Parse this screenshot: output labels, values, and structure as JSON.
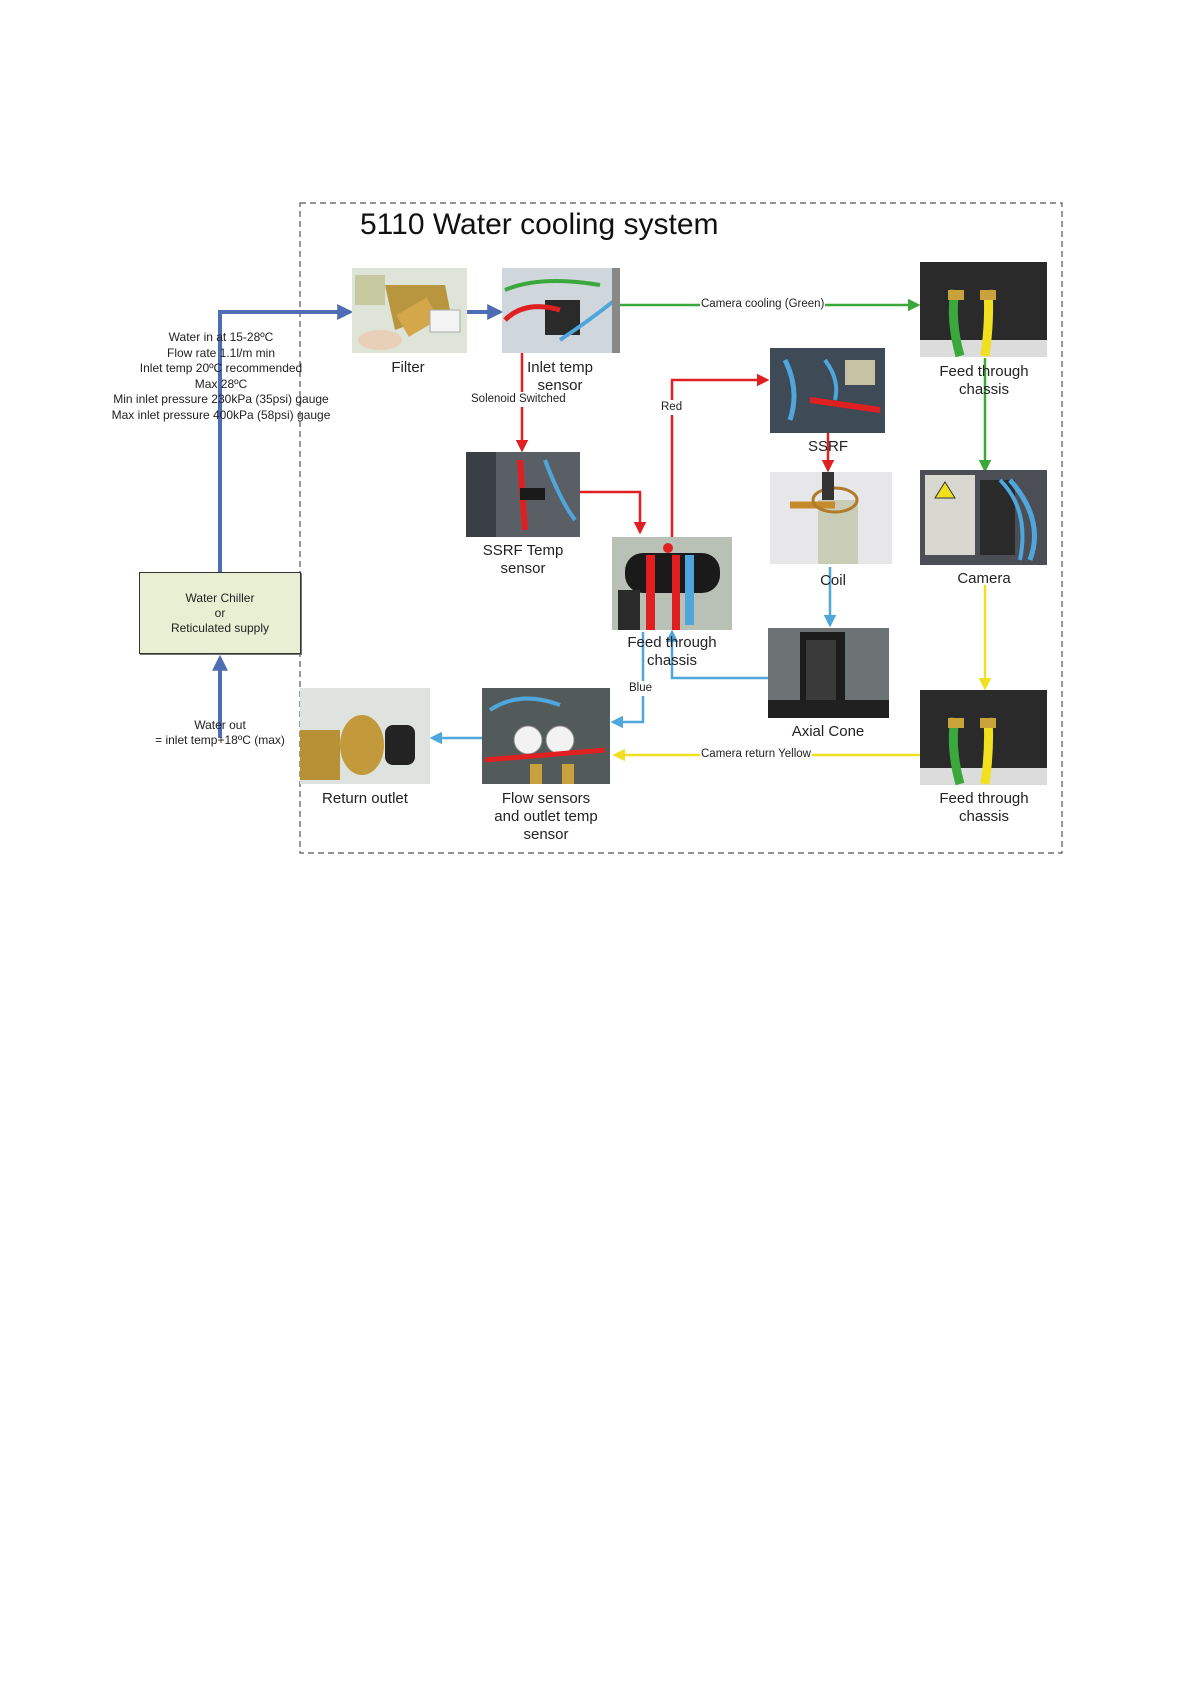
{
  "title": "5110 Water cooling system",
  "inlet_info": {
    "lines": [
      "Water in at 15-28ºC",
      "Flow rate 1.1l/m min",
      "Inlet temp 20ºC recommended",
      "Max 28ºC",
      "Min inlet pressure 230kPa (35psi) gauge",
      "Max inlet pressure 400kPa (58psi) gauge"
    ]
  },
  "chiller": {
    "line1": "Water Chiller",
    "line2": "or",
    "line3": "Reticulated supply"
  },
  "water_out": {
    "line1": "Water out",
    "line2": "= inlet temp+18ºC (max)"
  },
  "components": {
    "filter": {
      "label": "Filter"
    },
    "inlet_temp_sensor": {
      "label1": "Inlet temp",
      "label2": "sensor"
    },
    "ssrf_temp_sensor": {
      "label1": "SSRF Temp",
      "label2": "sensor"
    },
    "feed_through_center": {
      "label1": "Feed through",
      "label2": "chassis"
    },
    "ssrf": {
      "label": "SSRF"
    },
    "coil": {
      "label": "Coil"
    },
    "axial_cone": {
      "label": "Axial Cone"
    },
    "feed_through_top": {
      "label1": "Feed through",
      "label2": "chassis"
    },
    "camera": {
      "label": "Camera"
    },
    "feed_through_bottom": {
      "label1": "Feed through",
      "label2": "chassis"
    },
    "flow_sensors": {
      "label1": "Flow sensors",
      "label2": "and outlet temp",
      "label3": "sensor"
    },
    "return_outlet": {
      "label": "Return outlet"
    }
  },
  "flow_labels": {
    "camera_cooling": "Camera cooling (Green)",
    "solenoid": "Solenoid Switched",
    "red": "Red",
    "blue": "Blue",
    "camera_return": "Camera return Yellow"
  },
  "colors": {
    "supply_blue": "#4e6db5",
    "green": "#3aa83a",
    "red": "#e02020",
    "light_blue": "#4ea6dc",
    "yellow": "#f0e020"
  }
}
